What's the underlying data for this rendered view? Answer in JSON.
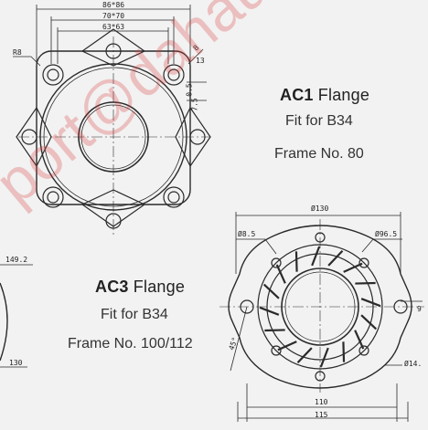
{
  "ac1": {
    "title_bold": "AC1",
    "title_rest": " Flange",
    "fit": "Fit for B34",
    "frame": "Frame No. 80",
    "dims": {
      "outer": "86*86",
      "middle": "70*70",
      "inner": "63*63",
      "radius": "R8",
      "side_a": "8",
      "side_b": "13",
      "side_c": "0.5",
      "side_d": "7.5"
    }
  },
  "ac3": {
    "title_bold": "AC3",
    "title_rest": " Flange",
    "fit": "Fit for B34",
    "frame": "Frame No. 100/112",
    "dims": {
      "left_149": "149.2",
      "left_130": "130",
      "dia_130": "Ø130",
      "dia_85": "Ø8.5",
      "dia_965": "Ø96.5",
      "dia_14": "Ø14.",
      "angle": "45°",
      "right_9": "9",
      "w_110": "110",
      "w_115": "115"
    }
  },
  "watermark": "port@dahau.cn",
  "colors": {
    "line": "#2a2a2a",
    "watermark": "#dc3c3c",
    "background": "#f2f2f2"
  }
}
